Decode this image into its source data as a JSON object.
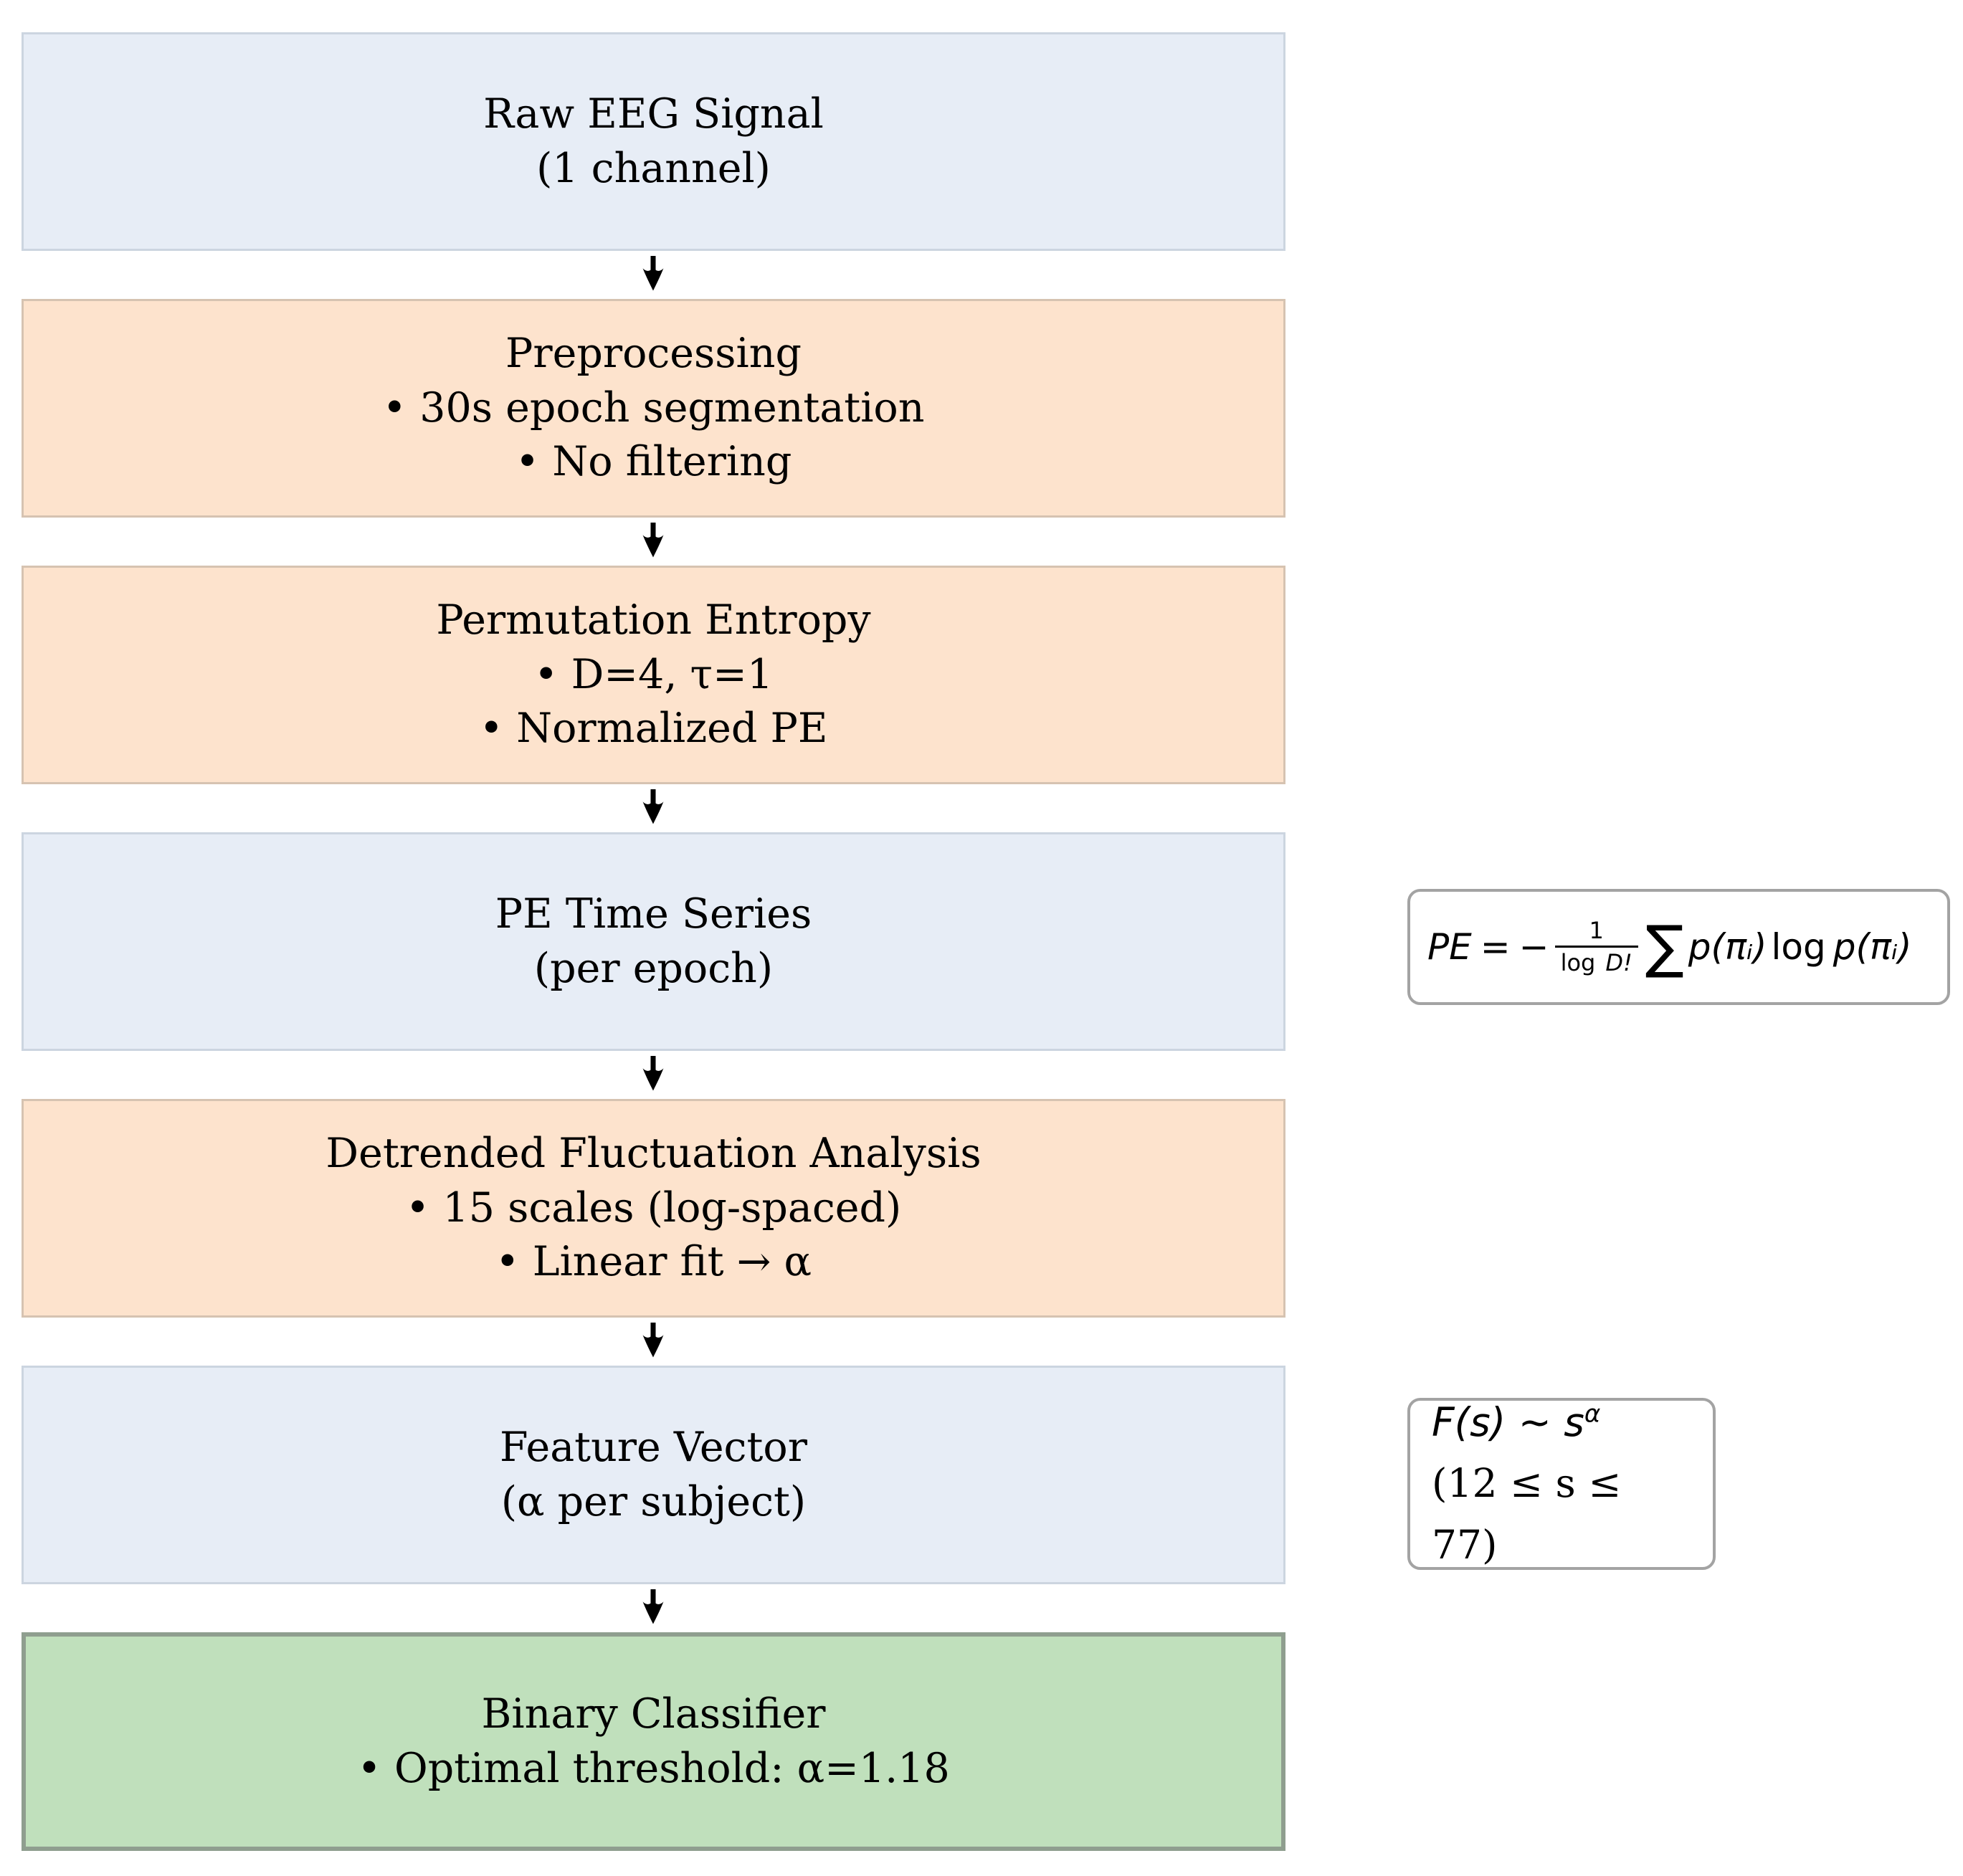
{
  "palette": {
    "background": "#ffffff",
    "box_blue_fill": "#e7edf6",
    "box_blue_border": "#ccd5e0",
    "box_peach_fill": "#fde3cd",
    "box_peach_border": "#d6c3b1",
    "box_green_fill": "#c0e0bc",
    "box_green_border": "#8f9e8f",
    "annotation_border": "#a3a3a3",
    "arrow_color": "#000000",
    "text_color": "#000000"
  },
  "flowchart": {
    "boxes": [
      {
        "name": "raw-eeg-signal",
        "variant": "blue",
        "lines": [
          "Raw EEG Signal",
          "(1 channel)"
        ]
      },
      {
        "name": "preprocessing",
        "variant": "peach",
        "lines": [
          "Preprocessing",
          "• 30s epoch segmentation",
          "• No filtering"
        ]
      },
      {
        "name": "permutation-entropy",
        "variant": "peach",
        "lines": [
          "Permutation Entropy",
          "• D=4, τ=1",
          "• Normalized PE"
        ]
      },
      {
        "name": "pe-time-series",
        "variant": "blue",
        "lines": [
          "PE Time Series",
          "(per epoch)"
        ]
      },
      {
        "name": "detrended-fluctuation-analysis",
        "variant": "peach",
        "lines": [
          "Detrended Fluctuation Analysis",
          "• 15 scales (log-spaced)",
          "• Linear fit → α"
        ]
      },
      {
        "name": "feature-vector",
        "variant": "blue",
        "lines": [
          "Feature Vector",
          "(α per subject)"
        ]
      },
      {
        "name": "binary-classifier",
        "variant": "green",
        "lines": [
          "Binary Classifier",
          "• Optimal threshold: α=1.18"
        ]
      }
    ]
  },
  "annotations": {
    "pe_formula": {
      "lhs": "PE",
      "eq": "=",
      "minus": "−",
      "frac_num": "1",
      "frac_den_fn": "log",
      "frac_den_var": "D!",
      "sum": "∑",
      "term1": "p(πᵢ)",
      "fn": "log",
      "term2": "p(πᵢ)"
    },
    "dfa_formula": {
      "line1_base": "F(s) ~ s",
      "line1_sup": "α",
      "line2": "(12 ≤ s ≤ 77)"
    }
  }
}
